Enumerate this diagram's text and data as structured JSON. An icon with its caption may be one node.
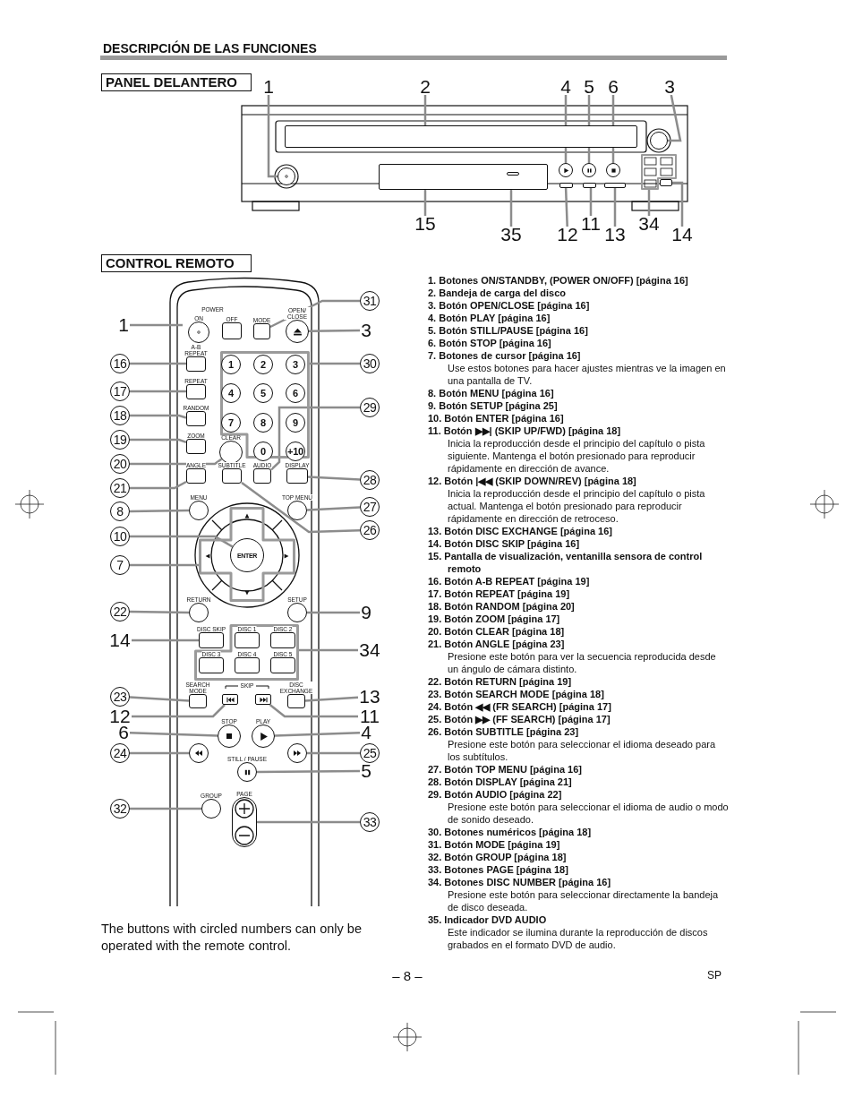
{
  "diagram": {
    "title": "DESCRIPCIÓN DE LAS FUNCIONES",
    "nodes": [
      {
        "text": [
          "PANEL DELANTERO"
        ]
      },
      {
        "text": [
          "1"
        ]
      },
      {
        "text": [
          "2"
        ]
      },
      {
        "text": [
          "4"
        ]
      },
      {
        "text": [
          "5"
        ]
      },
      {
        "text": [
          "6"
        ]
      },
      {
        "text": [
          "3"
        ]
      },
      {
        "text": [],
        "shape": "circle"
      },
      {
        "text": [],
        "shape": "box"
      },
      {
        "text": [],
        "shape": "circle"
      },
      {
        "text": [],
        "shape": "circle"
      },
      {
        "text": [],
        "shape": "circle"
      },
      {
        "text": [],
        "shape": "circle"
      },
      {
        "text": [],
        "shape": "box"
      },
      {
        "text": [],
        "shape": "box",
        "in": 13
      },
      {
        "text": [],
        "shape": "box"
      },
      {
        "text": [],
        "shape": "box"
      },
      {
        "text": [],
        "shape": "box"
      },
      {
        "text": [],
        "shape": "box"
      },
      {
        "text": [],
        "shape": "box"
      },
      {
        "text": [
          "15"
        ]
      },
      {
        "text": [
          "35"
        ]
      },
      {
        "text": [
          "12"
        ]
      },
      {
        "text": [
          "11"
        ]
      },
      {
        "text": [
          "13"
        ]
      },
      {
        "text": [
          "34"
        ]
      },
      {
        "text": [
          "14"
        ]
      },
      {
        "text": [
          "CONTROL REMOTO"
        ]
      },
      {
        "text": [
          "POWER"
        ]
      },
      {
        "text": [
          "ON"
        ],
        "in": 28
      },
      {
        "text": [
          "OFF"
        ],
        "in": 28
      },
      {
        "text": [
          "MODE"
        ]
      },
      {
        "text": [
          "OPEN/ CLOSE"
        ]
      },
      {
        "text": [
          "A-B REPEAT"
        ]
      },
      {
        "text": [
          "REPEAT"
        ]
      },
      {
        "text": [
          "RANDOM"
        ]
      },
      {
        "text": [
          "ZOOM"
        ]
      },
      {
        "text": [
          "CLEAR"
        ]
      },
      {
        "text": [],
        "shape": "box"
      },
      {
        "text": [
          "1"
        ],
        "in": 38
      },
      {
        "text": [
          "2"
        ],
        "in": 38
      },
      {
        "text": [
          "3"
        ],
        "in": 38
      },
      {
        "text": [
          "4"
        ],
        "in": 38
      },
      {
        "text": [
          "5"
        ],
        "in": 38
      },
      {
        "text": [
          "6"
        ],
        "in": 38
      },
      {
        "text": [
          "7"
        ],
        "in": 38
      },
      {
        "text": [
          "8"
        ],
        "in": 38
      },
      {
        "text": [
          "9"
        ],
        "in": 38
      },
      {
        "text": [
          "0"
        ],
        "in": 38
      },
      {
        "text": [
          "+10"
        ],
        "in": 38
      },
      {
        "text": [
          "ANGLE"
        ]
      },
      {
        "text": [
          "SUBTITLE"
        ]
      },
      {
        "text": [
          "AUDIO"
        ]
      },
      {
        "text": [
          "DISPLAY"
        ]
      },
      {
        "text": [
          "MENU"
        ]
      },
      {
        "text": [
          "TOP MENU"
        ]
      },
      {
        "text": [],
        "shape": "cross"
      },
      {
        "text": [
          "ENTER"
        ],
        "in": 56
      },
      {
        "text": [
          "RETURN"
        ]
      },
      {
        "text": [
          "SETUP"
        ]
      },
      {
        "text": [],
        "shape": "box"
      },
      {
        "text": [
          "DISC SKIP"
        ]
      },
      {
        "text": [
          "DISC 1"
        ],
        "in": 60
      },
      {
        "text": [
          "DISC 2"
        ],
        "in": 60
      },
      {
        "text": [
          "DISC 3"
        ],
        "in": 60
      },
      {
        "text": [
          "DISC 4"
        ],
        "in": 60
      },
      {
        "text": [
          "DISC 5"
        ],
        "in": 60
      },
      {
        "text": [
          "SEARCH MODE"
        ]
      },
      {
        "text": [],
        "shape": "box"
      },
      {
        "text": [],
        "shape": "box"
      },
      {
        "text": [
          "DISC EXCHANGE"
        ]
      },
      {
        "text": [
          "STOP"
        ]
      },
      {
        "text": [
          "PLAY"
        ]
      },
      {
        "text": [],
        "shape": "circle"
      },
      {
        "text": [],
        "shape": "circle"
      },
      {
        "text": [
          "STILL / PAUSE"
        ]
      },
      {
        "text": [
          "GROUP"
        ]
      },
      {
        "text": [
          "PAGE"
        ]
      },
      {
        "text": [
          "1"
        ]
      },
      {
        "text": [
          "16"
        ]
      },
      {
        "text": [
          "17"
        ]
      },
      {
        "text": [
          "18"
        ]
      },
      {
        "text": [
          "19"
        ]
      },
      {
        "text": [
          "20"
        ]
      },
      {
        "text": [
          "21"
        ]
      },
      {
        "text": [
          "8"
        ]
      },
      {
        "text": [
          "10"
        ]
      },
      {
        "text": [
          "7"
        ]
      },
      {
        "text": [
          "22"
        ]
      },
      {
        "text": [
          "14"
        ]
      },
      {
        "text": [
          "23"
        ]
      },
      {
        "text": [
          "12"
        ]
      },
      {
        "text": [
          "6"
        ]
      },
      {
        "text": [
          "24"
        ]
      },
      {
        "text": [
          "32"
        ]
      },
      {
        "text": [
          "31"
        ]
      },
      {
        "text": [
          "3"
        ]
      },
      {
        "text": [
          "30"
        ]
      },
      {
        "text": [
          "29"
        ]
      },
      {
        "text": [
          "28"
        ]
      },
      {
        "text": [
          "27"
        ]
      },
      {
        "text": [
          "26"
        ]
      },
      {
        "text": [
          "9"
        ]
      },
      {
        "text": [
          "34"
        ]
      },
      {
        "text": [
          "13"
        ]
      },
      {
        "text": [
          "11"
        ]
      },
      {
        "text": [
          "4"
        ]
      },
      {
        "text": [
          "25"
        ]
      },
      {
        "text": [
          "5"
        ]
      },
      {
        "text": [
          "33"
        ]
      }
    ],
    "edges": [
      {
        "from": 1,
        "to": 7,
        "arrow": "none"
      },
      {
        "from": 2,
        "to": 8,
        "arrow": "none"
      },
      {
        "from": 3,
        "to": 9,
        "arrow": "none"
      },
      {
        "from": 4,
        "to": 10,
        "arrow": "none"
      },
      {
        "from": 5,
        "to": 11,
        "arrow": "none"
      },
      {
        "from": 6,
        "to": 12,
        "arrow": "none"
      },
      {
        "from": 20,
        "to": 13,
        "arrow": "none"
      },
      {
        "from": 21,
        "to": 14,
        "arrow": "none"
      },
      {
        "from": 22,
        "to": 15,
        "arrow": "none"
      },
      {
        "from": 23,
        "to": 16,
        "arrow": "none"
      },
      {
        "from": 24,
        "to": 17,
        "arrow": "none"
      },
      {
        "from": 25,
        "to": 18,
        "arrow": "none"
      },
      {
        "from": 26,
        "to": 19,
        "arrow": "none"
      },
      {
        "from": 78,
        "to": 28,
        "arrow": "none"
      },
      {
        "from": 79,
        "to": 33,
        "arrow": "none"
      },
      {
        "from": 80,
        "to": 34,
        "arrow": "none"
      },
      {
        "from": 81,
        "to": 35,
        "arrow": "none"
      },
      {
        "from": 82,
        "to": 36,
        "arrow": "none"
      },
      {
        "from": 83,
        "to": 37,
        "arrow": "none"
      },
      {
        "from": 84,
        "to": 50,
        "arrow": "none"
      },
      {
        "from": 85,
        "to": 54,
        "arrow": "none"
      },
      {
        "from": 86,
        "to": 57,
        "arrow": "none"
      },
      {
        "from": 87,
        "to": 56,
        "arrow": "none"
      },
      {
        "from": 88,
        "to": 58,
        "arrow": "none"
      },
      {
        "from": 89,
        "to": 61,
        "arrow": "none"
      },
      {
        "from": 90,
        "to": 67,
        "arrow": "none"
      },
      {
        "from": 91,
        "to": 68,
        "arrow": "none"
      },
      {
        "from": 92,
        "to": 71,
        "arrow": "none"
      },
      {
        "from": 93,
        "to": 73,
        "arrow": "none"
      },
      {
        "from": 94,
        "to": 76,
        "arrow": "none"
      },
      {
        "from": 95,
        "to": 31,
        "arrow": "none"
      },
      {
        "from": 96,
        "to": 32,
        "arrow": "none"
      },
      {
        "from": 97,
        "to": 38,
        "arrow": "none"
      },
      {
        "from": 98,
        "to": 52,
        "arrow": "none"
      },
      {
        "from": 99,
        "to": 53,
        "arrow": "none"
      },
      {
        "from": 100,
        "to": 55,
        "arrow": "none"
      },
      {
        "from": 101,
        "to": 51,
        "arrow": "none"
      },
      {
        "from": 102,
        "to": 59,
        "arrow": "none"
      },
      {
        "from": 103,
        "to": 60,
        "arrow": "none"
      },
      {
        "from": 104,
        "to": 70,
        "arrow": "none"
      },
      {
        "from": 105,
        "to": 69,
        "arrow": "none"
      },
      {
        "from": 106,
        "to": 72,
        "arrow": "none"
      },
      {
        "from": 107,
        "to": 74,
        "arrow": "none"
      },
      {
        "from": 108,
        "to": 75,
        "arrow": "none"
      },
      {
        "from": 109,
        "to": 77,
        "arrow": "none"
      }
    ],
    "labels": [
      "SKIP",
      "1. Botones ON/STANDBY, (POWER ON/OFF) [página 16]",
      "2. Bandeja de carga del disco",
      "3. Botón OPEN/CLOSE [página 16]",
      "4. Botón PLAY [página 16]",
      "5. Botón STILL/PAUSE [página 16]",
      "6. Botón STOP [página 16]",
      "7. Botones de cursor [página 16]",
      "Use estos botones para hacer ajustes mientras ve la imagen en una pantalla de TV.",
      "8. Botón MENU [página 16]",
      "9. Botón SETUP [página 25]",
      "10. Botón ENTER [página 16]",
      "11. Botón ▶▶| (SKIP UP/FWD) [página 18]",
      "Inicia la reproducción desde el principio del capítulo o pista siguiente. Mantenga el botón presionado para reproducir rápidamente en dirección de avance.",
      "12. Botón |◀◀ (SKIP DOWN/REV) [página 18]",
      "Inicia la reproducción desde el principio del capítulo o pista actual. Mantenga el botón presionado para reproducir rápidamente en dirección de retroceso.",
      "13. Botón DISC EXCHANGE [página 16]",
      "14. Botón DISC SKIP [página 16]",
      "15. Pantalla de visualización, ventanilla sensora de control remoto",
      "16. Botón A-B REPEAT [página 19]",
      "17. Botón REPEAT [página 19]",
      "18. Botón RANDOM [página 20]",
      "19. Botón ZOOM [página 17]",
      "20. Botón CLEAR [página 18]",
      "21. Botón ANGLE [página 23]",
      "Presione este botón para ver la secuencia reproducida desde un ángulo de cámara distinto.",
      "22. Botón RETURN [página 19]",
      "23. Botón SEARCH MODE [página 18]",
      "24. Botón ◀◀ (FR SEARCH) [página 17]",
      "25. Botón ▶▶ (FF SEARCH) [página 17]",
      "26. Botón SUBTITLE [página 23]",
      "Presione este botón para seleccionar el idioma deseado para los subtítulos.",
      "27. Botón TOP MENU [página 16]",
      "28. Botón DISPLAY [página 21]",
      "29. Botón AUDIO [página 22]",
      "Presione este botón para seleccionar el idioma de audio o modo de sonido deseado.",
      "30. Botones numéricos [página 18]",
      "31. Botón MODE [página 19]",
      "32. Botón GROUP [página 18]",
      "33. Botones PAGE [página 18]",
      "34. Botones DISC NUMBER [página 16]",
      "Presione este botón para seleccionar directamente la bandeja de disco deseada.",
      "35. Indicador DVD AUDIO",
      "Este indicador se ilumina durante la reproducción de discos grabados en el formato DVD de audio.",
      "The buttons with circled numbers can only be operated with the remote control.",
      "– 8 –",
      "SP"
    ]
  }
}
